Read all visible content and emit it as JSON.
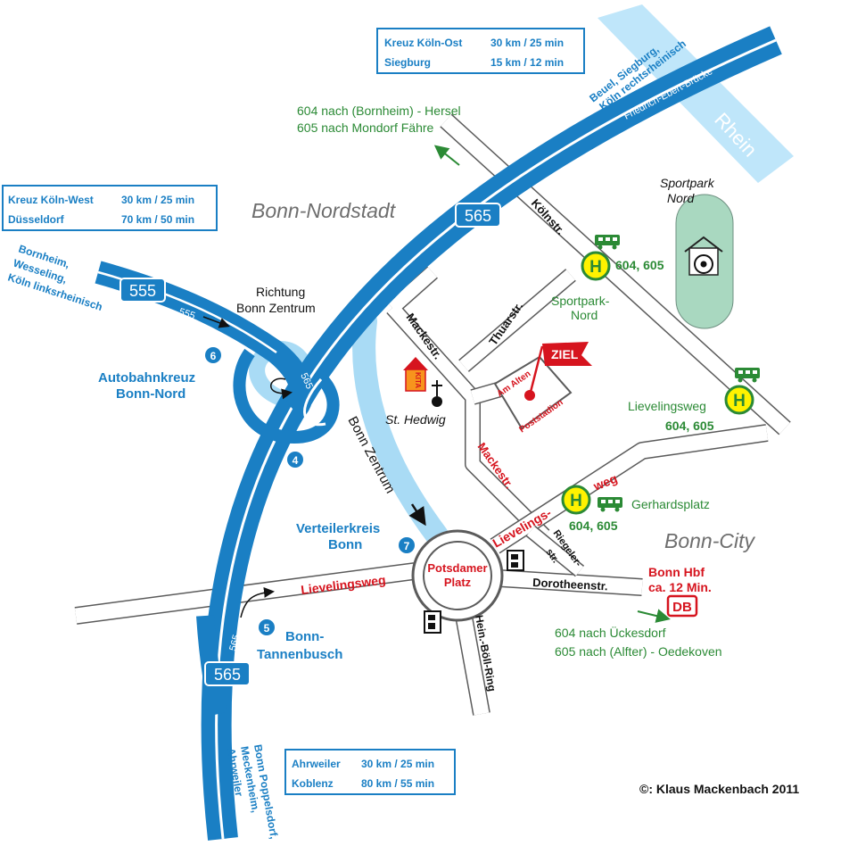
{
  "districts": {
    "nordstadt": "Bonn-Nordstadt",
    "city": "Bonn-City"
  },
  "river": "Rhein",
  "highways": {
    "a565_top": "565",
    "a565_bottom": "565",
    "a555": "555",
    "ramp_555": "555",
    "ramp_565_loop": "565",
    "ramp_565_south": "565"
  },
  "direction_labels": {
    "beuel_line1": "Beuel, Siegburg,",
    "beuel_line2": "Köln rechtsrheinisch",
    "friedrich_ebert": "Friedrich-Ebert-Brücke",
    "bornheim_line1": "Bornheim,",
    "bornheim_line2": "Wesseling,",
    "bornheim_line3": "Köln linksrheinisch",
    "richtung_line1": "Richtung",
    "richtung_line2": "Bonn Zentrum",
    "bonn_zentrum_ramp": "Bonn Zentrum",
    "poppelsdorf_line1": "Bonn Poppelsdorf,",
    "poppelsdorf_line2": "Meckenheim,",
    "poppelsdorf_line3": "Ahrweiler"
  },
  "junctions": [
    {
      "num": "6",
      "line1": "Autobahnkreuz",
      "line2": "Bonn-Nord"
    },
    {
      "num": "4",
      "line1": "",
      "line2": ""
    },
    {
      "num": "7",
      "line1": "Verteilerkreis",
      "line2": "Bonn"
    },
    {
      "num": "5",
      "line1": "Bonn-",
      "line2": "Tannenbusch"
    }
  ],
  "distance_boxes": {
    "top": {
      "rows": [
        {
          "dest": "Kreuz Köln-Ost",
          "dist": "30 km / 25 min"
        },
        {
          "dest": "Siegburg",
          "dist": "15 km / 12 min"
        }
      ]
    },
    "left": {
      "rows": [
        {
          "dest": "Kreuz Köln-West",
          "dist": "30 km / 25 min"
        },
        {
          "dest": "Düsseldorf",
          "dist": "70 km / 50 min"
        }
      ]
    },
    "bottom": {
      "rows": [
        {
          "dest": "Ahrweiler",
          "dist": "30 km / 25 min"
        },
        {
          "dest": "Koblenz",
          "dist": "80 km / 55 min"
        }
      ]
    }
  },
  "bus_info": {
    "top_line1": "604 nach (Bornheim) - Hersel",
    "top_line2": "605 nach Mondorf Fähre",
    "bottom_line1": "604 nach Ückesdorf",
    "bottom_line2": "605 nach (Alfter) - Oedekoven"
  },
  "stops": {
    "sportpark": {
      "symbol": "H",
      "lines": "604, 605",
      "name_line1": "Sportpark-",
      "name_line2": "Nord"
    },
    "lievelingsweg": {
      "symbol": "H",
      "name": "Lievelingsweg",
      "lines": "604, 605"
    },
    "gerhardsplatz": {
      "symbol": "H",
      "name": "Gerhardsplatz",
      "lines": "604, 605"
    }
  },
  "sportpark_nord": {
    "line1": "Sportpark",
    "line2": "Nord"
  },
  "streets": {
    "koelnstr": "Kölnstr.",
    "thuarstr": "Thuarstr.",
    "mackestr_top": "Mackestr.",
    "mackestr_bottom": "Mackestr.",
    "am_alten": "Am Alten",
    "poststadion": "Poststadion",
    "lievelingsweg_left": "Lievelingsweg",
    "lievelingsweg_right1": "Lievelings-",
    "lievelingsweg_right2": "weg",
    "riegeler1": "Riegeler-",
    "riegeler2": "str.",
    "dorotheenstr": "Dorotheenstr.",
    "hein_boell": "Hein.-Böll-Ring",
    "potsdamer1": "Potsdamer",
    "potsdamer2": "Platz"
  },
  "poi": {
    "ziel": "ZIEL",
    "kita": "KITA",
    "church": "St. Hedwig",
    "bonn_hbf_line1": "Bonn Hbf",
    "bonn_hbf_line2": "ca. 12 Min.",
    "db": "DB"
  },
  "copyright": "©: Klaus Mackenbach 2011",
  "colors": {
    "highway": "#1a7fc4",
    "ramp_light": "#a9dbf5",
    "river": "#bfe6fa",
    "sportpark_field": "#a9d8c0",
    "bus_green": "#2b8a35",
    "stop_yellow": "#fff200",
    "red": "#d6141e",
    "kita_orange": "#f7941d"
  }
}
